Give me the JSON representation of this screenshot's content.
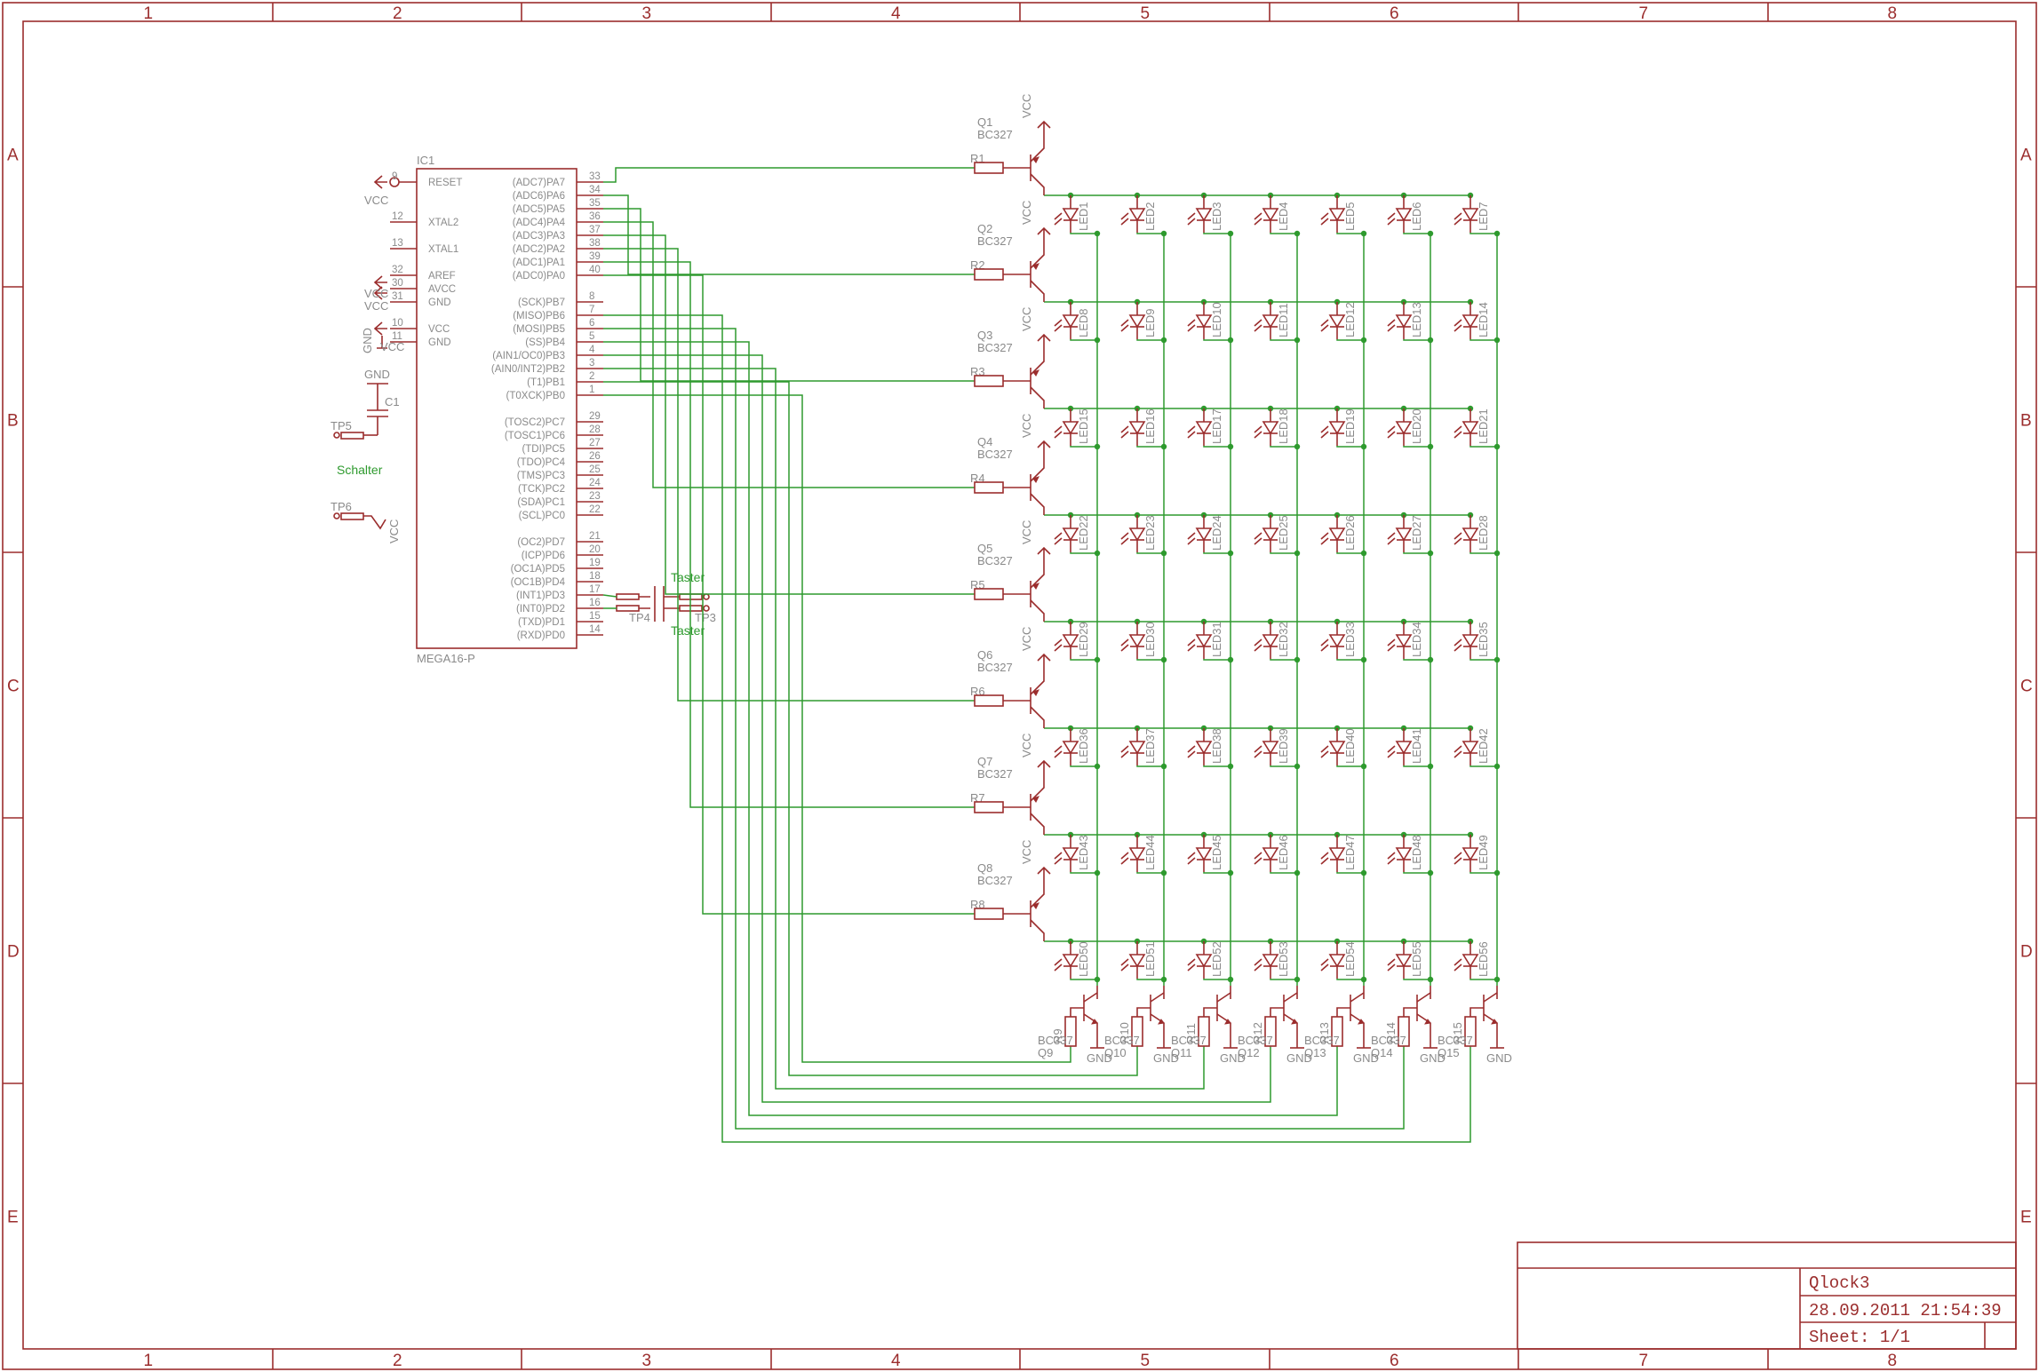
{
  "frame": {
    "columns": [
      "1",
      "2",
      "3",
      "4",
      "5",
      "6",
      "7",
      "8"
    ],
    "rows": [
      "A",
      "B",
      "C",
      "D",
      "E"
    ]
  },
  "title_block": {
    "name": "Qlock3",
    "date": "28.09.2011 21:54:39",
    "sheet": "Sheet: 1/1"
  },
  "ic": {
    "ref": "IC1",
    "value": "MEGA16-P",
    "left_pins": [
      {
        "num": "9",
        "name": "RESET"
      },
      {
        "num": "12",
        "name": "XTAL2"
      },
      {
        "num": "13",
        "name": "XTAL1"
      },
      {
        "num": "32",
        "name": "AREF"
      },
      {
        "num": "30",
        "name": "AVCC"
      },
      {
        "num": "31",
        "name": "GND"
      },
      {
        "num": "10",
        "name": "VCC"
      },
      {
        "num": "11",
        "name": "GND"
      }
    ],
    "right_pins": [
      {
        "num": "33",
        "name": "(ADC7)PA7"
      },
      {
        "num": "34",
        "name": "(ADC6)PA6"
      },
      {
        "num": "35",
        "name": "(ADC5)PA5"
      },
      {
        "num": "36",
        "name": "(ADC4)PA4"
      },
      {
        "num": "37",
        "name": "(ADC3)PA3"
      },
      {
        "num": "38",
        "name": "(ADC2)PA2"
      },
      {
        "num": "39",
        "name": "(ADC1)PA1"
      },
      {
        "num": "40",
        "name": "(ADC0)PA0"
      },
      {
        "num": "8",
        "name": "(SCK)PB7"
      },
      {
        "num": "7",
        "name": "(MISO)PB6"
      },
      {
        "num": "6",
        "name": "(MOSI)PB5"
      },
      {
        "num": "5",
        "name": "(SS)PB4"
      },
      {
        "num": "4",
        "name": "(AIN1/OC0)PB3"
      },
      {
        "num": "3",
        "name": "(AIN0/INT2)PB2"
      },
      {
        "num": "2",
        "name": "(T1)PB1"
      },
      {
        "num": "1",
        "name": "(T0XCK)PB0"
      },
      {
        "num": "29",
        "name": "(TOSC2)PC7"
      },
      {
        "num": "28",
        "name": "(TOSC1)PC6"
      },
      {
        "num": "27",
        "name": "(TDI)PC5"
      },
      {
        "num": "26",
        "name": "(TDO)PC4"
      },
      {
        "num": "25",
        "name": "(TMS)PC3"
      },
      {
        "num": "24",
        "name": "(TCK)PC2"
      },
      {
        "num": "23",
        "name": "(SDA)PC1"
      },
      {
        "num": "22",
        "name": "(SCL)PC0"
      },
      {
        "num": "21",
        "name": "(OC2)PD7"
      },
      {
        "num": "20",
        "name": "(ICP)PD6"
      },
      {
        "num": "19",
        "name": "(OC1A)PD5"
      },
      {
        "num": "18",
        "name": "(OC1B)PD4"
      },
      {
        "num": "17",
        "name": "(INT1)PD3"
      },
      {
        "num": "16",
        "name": "(INT0)PD2"
      },
      {
        "num": "15",
        "name": "(TXD)PD1"
      },
      {
        "num": "14",
        "name": "(RXD)PD0"
      }
    ]
  },
  "left_parts": {
    "vcc": "VCC",
    "gnd": "GND",
    "c1": "C1",
    "tp5": "TP5",
    "tp6": "TP6",
    "schalter": "Schalter",
    "tp3": "TP3",
    "tp4": "TP4",
    "taster_top": "Taster",
    "taster_bottom": "Taster"
  },
  "row_drivers": [
    {
      "q": "Q1",
      "type": "BC327",
      "r": "R1",
      "supply": "VCC"
    },
    {
      "q": "Q2",
      "type": "BC327",
      "r": "R2",
      "supply": "VCC"
    },
    {
      "q": "Q3",
      "type": "BC327",
      "r": "R3",
      "supply": "VCC"
    },
    {
      "q": "Q4",
      "type": "BC327",
      "r": "R4",
      "supply": "VCC"
    },
    {
      "q": "Q5",
      "type": "BC327",
      "r": "R5",
      "supply": "VCC"
    },
    {
      "q": "Q6",
      "type": "BC327",
      "r": "R6",
      "supply": "VCC"
    },
    {
      "q": "Q7",
      "type": "BC327",
      "r": "R7",
      "supply": "VCC"
    },
    {
      "q": "Q8",
      "type": "BC327",
      "r": "R8",
      "supply": "VCC"
    }
  ],
  "led_prefix": "LED",
  "column_drivers": [
    {
      "q": "Q9",
      "type": "BC337",
      "r": "R9",
      "gnd": "GND"
    },
    {
      "q": "Q10",
      "type": "BC337",
      "r": "R10",
      "gnd": "GND"
    },
    {
      "q": "Q11",
      "type": "BC337",
      "r": "R11",
      "gnd": "GND"
    },
    {
      "q": "Q12",
      "type": "BC337",
      "r": "R12",
      "gnd": "GND"
    },
    {
      "q": "Q13",
      "type": "BC337",
      "r": "R13",
      "gnd": "GND"
    },
    {
      "q": "Q14",
      "type": "BC337",
      "r": "R14",
      "gnd": "GND"
    },
    {
      "q": "Q15",
      "type": "BC337",
      "r": "R15",
      "gnd": "GND"
    }
  ],
  "colors": {
    "symbol": "#9b2d2d",
    "wire": "#2e9a2e",
    "label": "#8a8a8a"
  }
}
